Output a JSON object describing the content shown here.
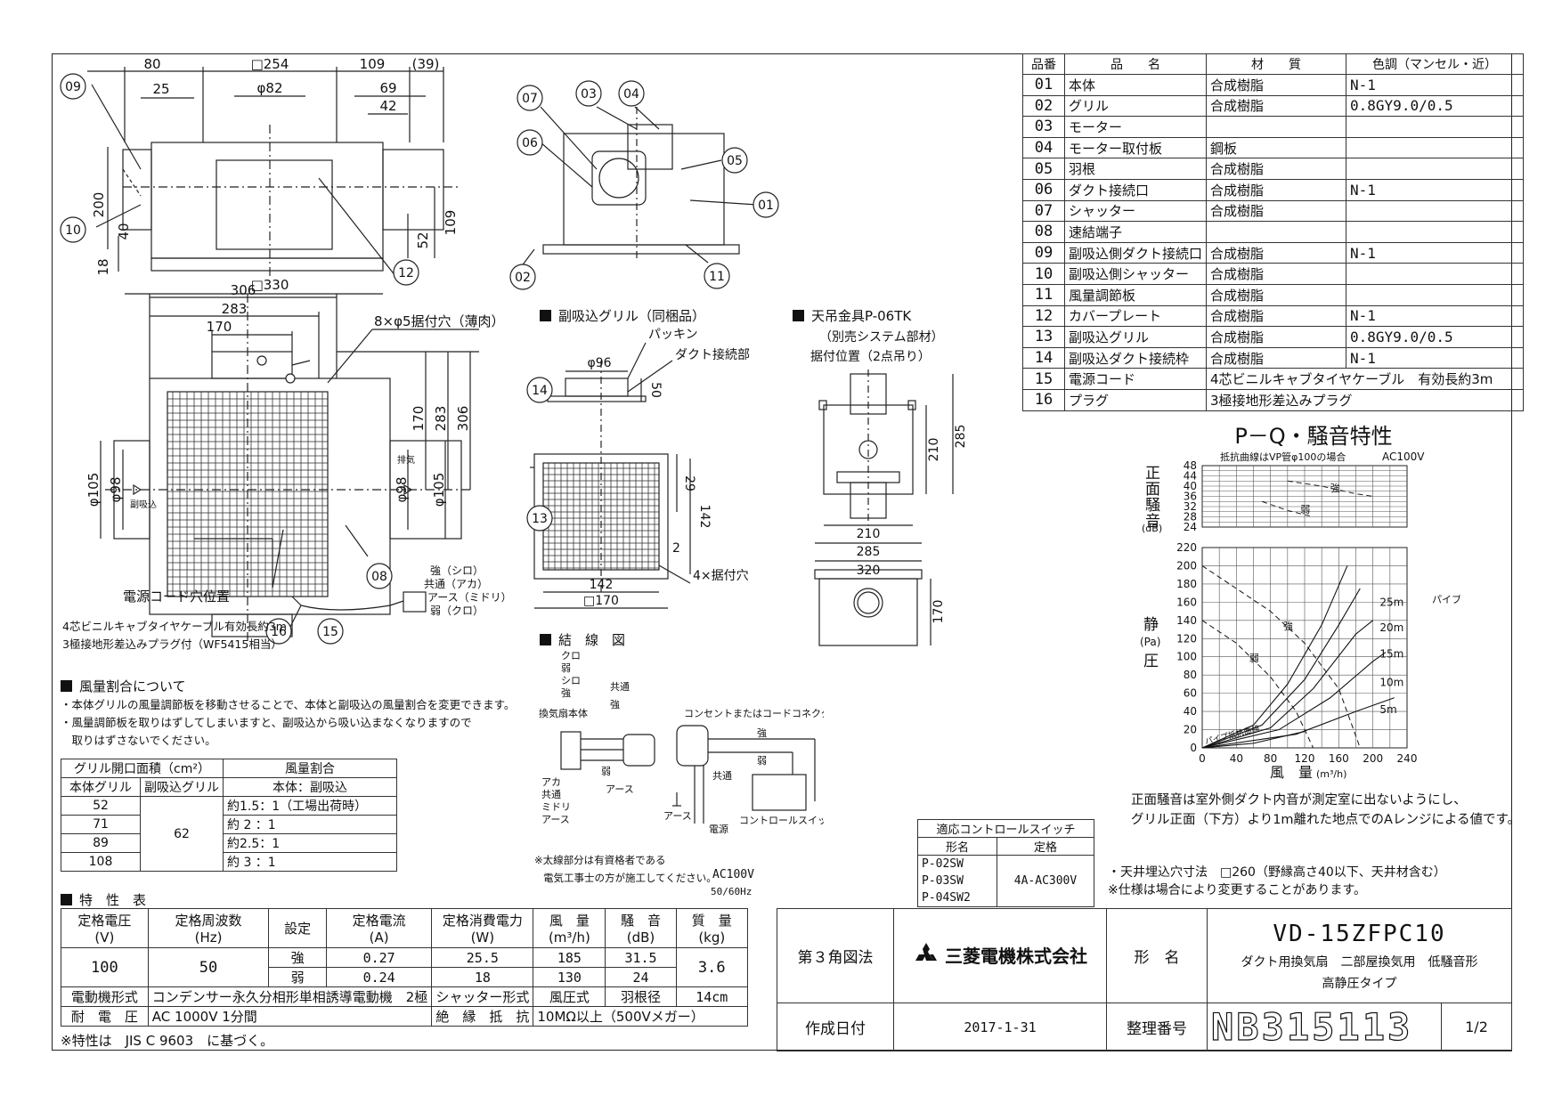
{
  "parts_table": {
    "headers": [
      "品番",
      "品　　名",
      "材　　質",
      "色調（マンセル・近）"
    ],
    "rows": [
      {
        "no": "01",
        "name": "本体",
        "material": "合成樹脂",
        "color": "N-1"
      },
      {
        "no": "02",
        "name": "グリル",
        "material": "合成樹脂",
        "color": "0.8GY9.0/0.5"
      },
      {
        "no": "03",
        "name": "モーター",
        "material": "",
        "color": ""
      },
      {
        "no": "04",
        "name": "モーター取付板",
        "material": "鋼板",
        "color": ""
      },
      {
        "no": "05",
        "name": "羽根",
        "material": "合成樹脂",
        "color": ""
      },
      {
        "no": "06",
        "name": "ダクト接続口",
        "material": "合成樹脂",
        "color": "N-1"
      },
      {
        "no": "07",
        "name": "シャッター",
        "material": "合成樹脂",
        "color": ""
      },
      {
        "no": "08",
        "name": "速結端子",
        "material": "",
        "color": ""
      },
      {
        "no": "09",
        "name": "副吸込側ダクト接続口",
        "material": "合成樹脂",
        "color": "N-1"
      },
      {
        "no": "10",
        "name": "副吸込側シャッター",
        "material": "合成樹脂",
        "color": ""
      },
      {
        "no": "11",
        "name": "風量調節板",
        "material": "合成樹脂",
        "color": ""
      },
      {
        "no": "12",
        "name": "カバープレート",
        "material": "合成樹脂",
        "color": "N-1"
      },
      {
        "no": "13",
        "name": "副吸込グリル",
        "material": "合成樹脂",
        "color": "0.8GY9.0/0.5"
      },
      {
        "no": "14",
        "name": "副吸込ダクト接続枠",
        "material": "合成樹脂",
        "color": "N-1"
      },
      {
        "no": "15",
        "name": "電源コード",
        "material_span": "4芯ビニルキャブタイヤケーブル　有効長約3m"
      },
      {
        "no": "16",
        "name": "プラグ",
        "material_span": "3極接地形差込みプラグ"
      }
    ]
  },
  "drawing_top": {
    "dims": [
      "80",
      "□254",
      "109",
      "(39)",
      "25",
      "φ82",
      "69",
      "42",
      "200",
      "109",
      "52",
      "40",
      "18",
      "□330"
    ],
    "callouts": [
      "09",
      "10",
      "12"
    ]
  },
  "drawing_side": {
    "callouts": [
      "07",
      "03",
      "04",
      "06",
      "05",
      "01",
      "02",
      "11"
    ]
  },
  "drawing_bottom": {
    "dims": [
      "306",
      "283",
      "170",
      "φ105",
      "φ98",
      "φ98",
      "φ105",
      "170",
      "283",
      "306"
    ],
    "hole_note": "8×φ5据付穴（薄肉）",
    "suction_label": "副吸込",
    "exhaust_label": "排気",
    "cord_hole": "電源コード穴位置",
    "plug_labels": [
      "強（シロ）",
      "共通（アカ）",
      "アース（ミドリ）",
      "弱（クロ）"
    ],
    "callouts": [
      "08",
      "15",
      "16"
    ],
    "cord_note_1": "4芯ビニルキャブタイヤケーブル有効長約3m",
    "cord_note_2": "3極接地形差込みプラグ付（WF5415相当）"
  },
  "grille_section": {
    "title": "副吸込グリル（同梱品）",
    "labels": [
      "パッキン",
      "ダクト接続部",
      "4×据付穴"
    ],
    "dims": [
      "φ96",
      "50",
      "29",
      "142",
      "2",
      "142",
      "□170"
    ],
    "callouts": [
      "14",
      "13"
    ]
  },
  "hanger_section": {
    "title": "天吊金具P-06TK",
    "subtitle": "（別売システム部材）",
    "subtitle2": "据付位置（2点吊り）",
    "dims": [
      "210",
      "285",
      "210",
      "285",
      "320",
      "170"
    ]
  },
  "wiring": {
    "title": "結　線　図",
    "labels": [
      "クロ",
      "弱",
      "シロ",
      "強",
      "換気扇本体",
      "共通",
      "強",
      "アカ",
      "共通",
      "ミドリ",
      "アース",
      "弱",
      "アース",
      "強",
      "弱",
      "共通",
      "アース",
      "電源",
      "コントロールスイッチ"
    ],
    "outlet": "コンセントまたはコードコネクタボディ（お客様手配）",
    "note1": "※太線部分は有資格者である",
    "note2": "電気工事士の方が施工してください。",
    "power": "AC100V",
    "freq": "50/60Hz"
  },
  "airflow_notes": {
    "title": "風量割合について",
    "lines": [
      "・本体グリルの風量調節板を移動させることで、本体と副吸込の風量割合を変更できます。",
      "・風量調節板を取りはずしてしまいますと、副吸込から吸い込まなくなりますので",
      "　取りはずさないでください。"
    ]
  },
  "ratio_table": {
    "h1": "グリル開口面積（cm²）",
    "h2": "風量割合",
    "sub1": "本体グリル",
    "sub2": "副吸込グリル",
    "sub3": "本体：副吸込",
    "sub_value": "62",
    "rows": [
      {
        "main": "52",
        "ratio": "約1.5：1（工場出荷時）"
      },
      {
        "main": "71",
        "ratio": "約 2 ：1"
      },
      {
        "main": "89",
        "ratio": "約2.5：1"
      },
      {
        "main": "108",
        "ratio": "約 3 ：1"
      }
    ]
  },
  "spec_table": {
    "title": "特　性　表",
    "headers": [
      "定格電圧",
      "定格周波数",
      "設定",
      "定格電流",
      "定格消費電力",
      "風　量",
      "騒　音",
      "質　量"
    ],
    "units": [
      "(V)",
      "(Hz)",
      "",
      "(A)",
      "(W)",
      "(m³/h)",
      "(dB)",
      "(kg)"
    ],
    "voltage": "100",
    "frequency": "50",
    "mass": "3.6",
    "rows": [
      {
        "setting": "強",
        "current": "0.27",
        "power": "25.5",
        "flow": "185",
        "noise": "31.5"
      },
      {
        "setting": "弱",
        "current": "0.24",
        "power": "18",
        "flow": "130",
        "noise": "24"
      }
    ],
    "motor_label": "電動機形式",
    "motor_value": "コンデンサー永久分相形単相誘導電動機　2極",
    "shutter_label": "シャッター形式",
    "shutter_value": "風圧式",
    "blade_label": "羽根径",
    "blade_value": "14cm",
    "withstand_label": "耐　電　圧",
    "withstand_value": "AC 1000V 1分間",
    "insulation_label": "絶　縁　抵　抗",
    "insulation_value": "10MΩ以上（500Vメガー）",
    "footnote": "※特性は　JIS C 9603　に基づく。"
  },
  "control_switch": {
    "title": "適応コントロールスイッチ",
    "h1": "形名",
    "h2": "定格",
    "models": [
      "P-02SW",
      "P-03SW",
      "P-04SW2"
    ],
    "rating": "4A-AC300V"
  },
  "pq_chart": {
    "title": "P－Q・騒音特性",
    "note": "抵抗曲線はVP管φ100の場合",
    "power": "AC100V",
    "noise_ylabel": [
      "正",
      "面",
      "騒",
      "音"
    ],
    "noise_unit": "(dB)",
    "noise_ticks": [
      "48",
      "44",
      "40",
      "36",
      "32",
      "28",
      "24"
    ],
    "press_ylabel": [
      "静",
      "圧"
    ],
    "press_unit": "(Pa)",
    "press_ticks": [
      "220",
      "200",
      "180",
      "160",
      "140",
      "120",
      "100",
      "80",
      "60",
      "40",
      "20",
      "0"
    ],
    "x_ticks": [
      "0",
      "40",
      "80",
      "120",
      "160",
      "200",
      "240"
    ],
    "xlabel": "風　量",
    "xunit": "(m³/h)",
    "curve_strong": "強",
    "curve_weak": "弱",
    "pipe_label": "パイプ長さ",
    "pipe_lengths": [
      "25m",
      "20m",
      "15m",
      "10m",
      "5m"
    ],
    "pipe_curve_label": "パイプ抵抗曲線"
  },
  "chart_data": {
    "type": "line",
    "title": "P－Q・騒音特性",
    "xlabel": "風　量",
    "xlim": [
      0,
      240
    ],
    "charts": [
      {
        "name": "騒音",
        "ylabel": "正面騒音",
        "ylim": [
          24,
          48
        ],
        "series": [
          {
            "name": "強",
            "x": [
              100,
              140,
              180,
              200
            ],
            "y": [
              42,
              40,
              37,
              36
            ]
          },
          {
            "name": "弱",
            "x": [
              70,
              100,
              130
            ],
            "y": [
              34,
              30.5,
              28
            ]
          }
        ]
      },
      {
        "name": "静圧",
        "ylabel": "静圧",
        "ylim": [
          0,
          220
        ],
        "series": [
          {
            "name": "強",
            "x": [
              0,
              40,
              80,
              120,
              160,
              185
            ],
            "y": [
              200,
              175,
              150,
              115,
              65,
              0
            ]
          },
          {
            "name": "弱",
            "x": [
              0,
              40,
              80,
              110,
              130
            ],
            "y": [
              140,
              115,
              78,
              40,
              0
            ]
          },
          {
            "name": "25m",
            "x": [
              0,
              60,
              100,
              140,
              170
            ],
            "y": [
              0,
              25,
              70,
              135,
              200
            ]
          },
          {
            "name": "20m",
            "x": [
              0,
              70,
              120,
              160,
              185
            ],
            "y": [
              0,
              25,
              75,
              135,
              175
            ]
          },
          {
            "name": "15m",
            "x": [
              0,
              80,
              130,
              180,
              200
            ],
            "y": [
              0,
              22,
              65,
              125,
              140
            ]
          },
          {
            "name": "10m",
            "x": [
              0,
              90,
              150,
              200,
              215
            ],
            "y": [
              0,
              20,
              55,
              95,
              105
            ]
          },
          {
            "name": "5m",
            "x": [
              0,
              110,
              180,
              225
            ],
            "y": [
              0,
              15,
              40,
              55
            ]
          },
          {
            "name": "パイプ抵抗曲線",
            "x": [
              0,
              60,
              120
            ],
            "y": [
              0,
              5,
              18
            ]
          }
        ]
      }
    ]
  },
  "chart_notes": [
    "正面騒音は室外側ダクト内音が測定室に出ないようにし、",
    "グリル正面（下方）より1m離れた地点でのAレンジによる値です。"
  ],
  "install_notes": [
    "・天井埋込穴寸法　□260（野縁高さ40以下、天井材含む）",
    "※仕様は場合により変更することがあります。"
  ],
  "title_block": {
    "projection": "第３角図法",
    "company": "三菱電機株式会社",
    "model_label": "形　名",
    "model": "VD-15ZFPC10",
    "desc1": "ダクト用換気扇　二部屋換気用　低騒音形",
    "desc2": "高静圧タイプ",
    "date_label": "作成日付",
    "date": "2017-1-31",
    "number_label": "整理番号",
    "number": "NB315113",
    "page": "1/2"
  }
}
